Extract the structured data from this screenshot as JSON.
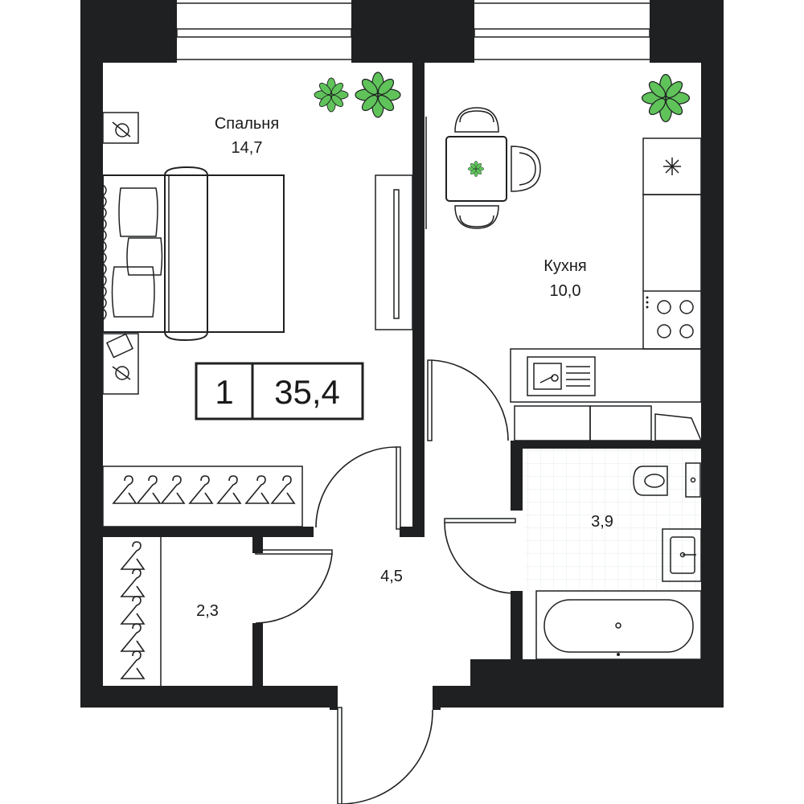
{
  "plan": {
    "rooms": [
      {
        "id": "bedroom",
        "name": "Спальня",
        "area": "14,7"
      },
      {
        "id": "kitchen",
        "name": "Кухня",
        "area": "10,0"
      },
      {
        "id": "bathroom",
        "name": "",
        "area": "3,9"
      },
      {
        "id": "hallway",
        "name": "",
        "area": "4,5"
      },
      {
        "id": "closet",
        "name": "",
        "area": "2,3"
      }
    ],
    "badge": {
      "rooms": "1",
      "total_area": "35,4"
    }
  },
  "colors": {
    "wall": "#1f2022",
    "plant": "#5fc35a",
    "tile_grid": "#e3ece8"
  },
  "icons": [
    "plant-icon",
    "double-bed",
    "nightstand-lamp-icon",
    "wardrobe-hanger-icon",
    "dining-table",
    "chair",
    "stove-burner-icon",
    "sink",
    "toilet",
    "bathtub",
    "washbasin"
  ]
}
